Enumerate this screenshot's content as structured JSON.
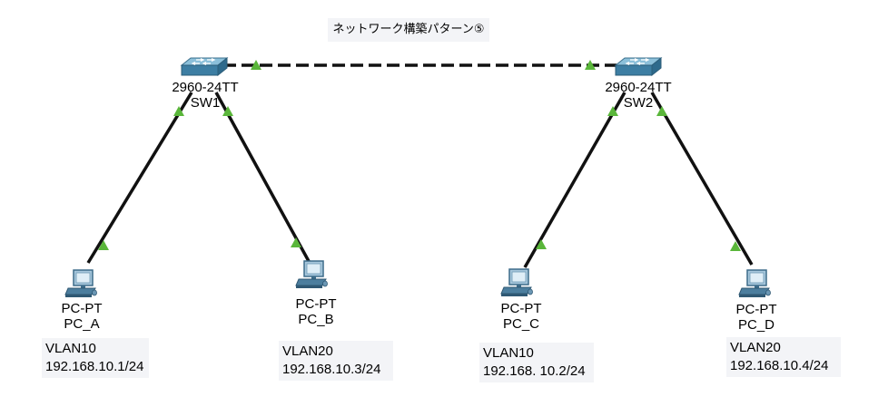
{
  "title": "ネットワーク構築パターン⑤",
  "colors": {
    "link": "#111111",
    "port_up": "#5ab63a",
    "switch_top": "#7eb6d3",
    "switch_front": "#3d7ea3",
    "note_bg": "#f3f4f7"
  },
  "switches": [
    {
      "id": "sw1",
      "model": "2960-24TT",
      "name": "SW1",
      "icon": "switch-icon"
    },
    {
      "id": "sw2",
      "model": "2960-24TT",
      "name": "SW2",
      "icon": "switch-icon"
    }
  ],
  "pcs": [
    {
      "id": "pc_a",
      "type": "PC-PT",
      "name": "PC_A",
      "vlan": "VLAN10",
      "ip": "192.168.10.1/24",
      "icon": "pc-icon"
    },
    {
      "id": "pc_b",
      "type": "PC-PT",
      "name": "PC_B",
      "vlan": "VLAN20",
      "ip": "192.168.10.3/24",
      "icon": "pc-icon"
    },
    {
      "id": "pc_c",
      "type": "PC-PT",
      "name": "PC_C",
      "vlan": "VLAN10",
      "ip": "192.168. 10.2/24",
      "icon": "pc-icon"
    },
    {
      "id": "pc_d",
      "type": "PC-PT",
      "name": "PC_D",
      "vlan": "VLAN20",
      "ip": "192.168.10.4/24",
      "icon": "pc-icon"
    }
  ],
  "links": [
    {
      "from": "sw1",
      "to": "sw2",
      "style": "dashed",
      "status": "up"
    },
    {
      "from": "sw1",
      "to": "pc_a",
      "style": "solid",
      "status": "up"
    },
    {
      "from": "sw1",
      "to": "pc_b",
      "style": "solid",
      "status": "up"
    },
    {
      "from": "sw2",
      "to": "pc_c",
      "style": "solid",
      "status": "up"
    },
    {
      "from": "sw2",
      "to": "pc_d",
      "style": "solid",
      "status": "up"
    }
  ]
}
